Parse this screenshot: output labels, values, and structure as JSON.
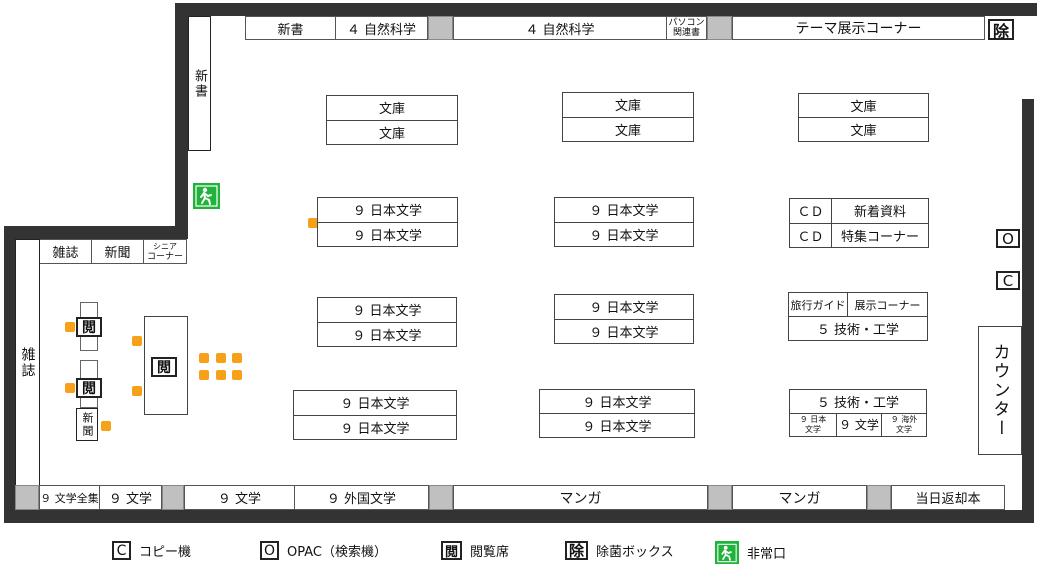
{
  "floor_plan": {
    "top_wall_shelves": [
      {
        "label": "新書"
      },
      {
        "label": "４ 自然科学"
      },
      {
        "label": "４ 自然科学"
      },
      {
        "label_line1": "パソコン",
        "label_line2": "関連書"
      },
      {
        "label": "テーマ展示コーナー"
      }
    ],
    "sanitizer_symbol": "除",
    "left_upper_shelf": "新書",
    "left_wall_shelf": "雑誌",
    "left_corner_shelves": [
      {
        "label": "雑誌"
      },
      {
        "label": "新聞"
      },
      {
        "label_line1": "シニア",
        "label_line2": "コーナー"
      }
    ],
    "reading_symbol": "閲",
    "newspaper_stand": "新聞",
    "center_shelves": {
      "row1": [
        {
          "top": "文庫",
          "bottom": "文庫"
        },
        {
          "top": "文庫",
          "bottom": "文庫"
        },
        {
          "top": "文庫",
          "bottom": "文庫"
        }
      ],
      "row2": [
        {
          "top": "９ 日本文学",
          "bottom": "９ 日本文学"
        },
        {
          "top": "９ 日本文学",
          "bottom": "９ 日本文学"
        }
      ],
      "row3": [
        {
          "top": "９ 日本文学",
          "bottom": "９ 日本文学"
        },
        {
          "top": "９ 日本文学",
          "bottom": "９ 日本文学"
        }
      ],
      "row4": [
        {
          "top": "９ 日本文学",
          "bottom": "９ 日本文学"
        },
        {
          "top": "９ 日本文学",
          "bottom": "９ 日本文学"
        }
      ]
    },
    "right_shelves": {
      "cd_block": [
        {
          "left": "ＣＤ",
          "right": "新着資料"
        },
        {
          "left": "ＣＤ",
          "right": "特集コーナー"
        }
      ],
      "travel_block": {
        "left": "旅行ガイド",
        "right": "展示コーナー",
        "bottom": "５ 技術・工学"
      },
      "tech_block": {
        "top": "５ 技術・工学",
        "bottom": [
          {
            "line1": "９ 日本",
            "line2": "文学"
          },
          {
            "label": "９ 文学"
          },
          {
            "line1": "９ 海外",
            "line2": "文学"
          }
        ]
      }
    },
    "opac_symbol": "O",
    "copy_symbol": "C",
    "counter": "カウンター",
    "bottom_wall_shelves": [
      {
        "label": "９ 文学全集"
      },
      {
        "label": "９ 文学"
      },
      {
        "label": "９ 文学"
      },
      {
        "label": "９ 外国文学"
      },
      {
        "label": "マンガ"
      },
      {
        "label": "マンガ"
      },
      {
        "label": "当日返却本"
      }
    ]
  },
  "legend": [
    {
      "symbol": "C",
      "label": "コピー機"
    },
    {
      "symbol": "O",
      "label": "OPAC（検索機）"
    },
    {
      "symbol": "閲",
      "label": "閲覧席"
    },
    {
      "symbol": "除",
      "label": "除菌ボックス"
    },
    {
      "symbol": "exit",
      "label": "非常口"
    }
  ],
  "colors": {
    "wall": "#333333",
    "seat": "#f7a11a",
    "exit_sign": "#1fb33c",
    "shelf_gray": "#c0c0c0"
  }
}
